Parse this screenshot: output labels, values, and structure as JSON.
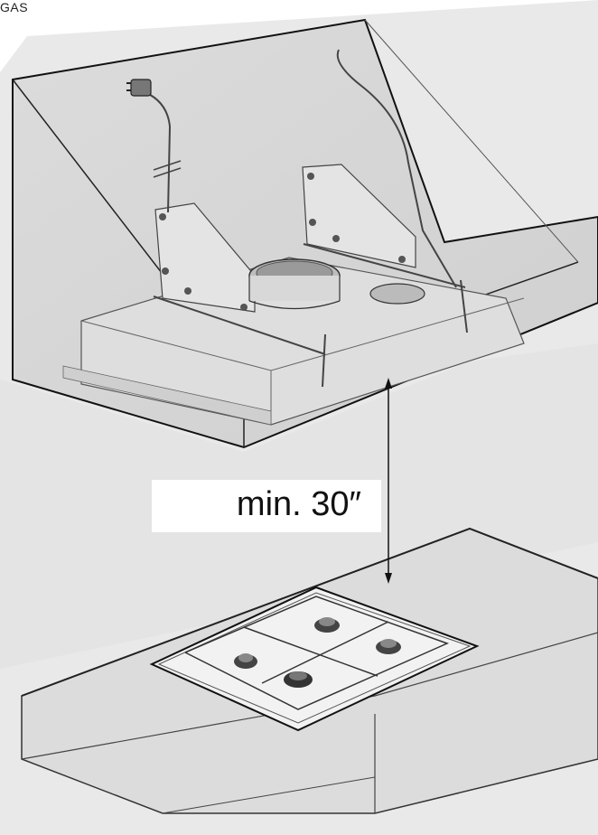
{
  "corner_label": "GAS",
  "clearance_label": "min. 30″",
  "colors": {
    "background": "#ffffff",
    "wall": "#e6e6e6",
    "counter": "#d9d9d9",
    "hood": "#d2d2d2",
    "outline": "#222222"
  },
  "icons": [
    "range-hood",
    "gas-cooktop",
    "power-plug",
    "dimension-arrow"
  ]
}
